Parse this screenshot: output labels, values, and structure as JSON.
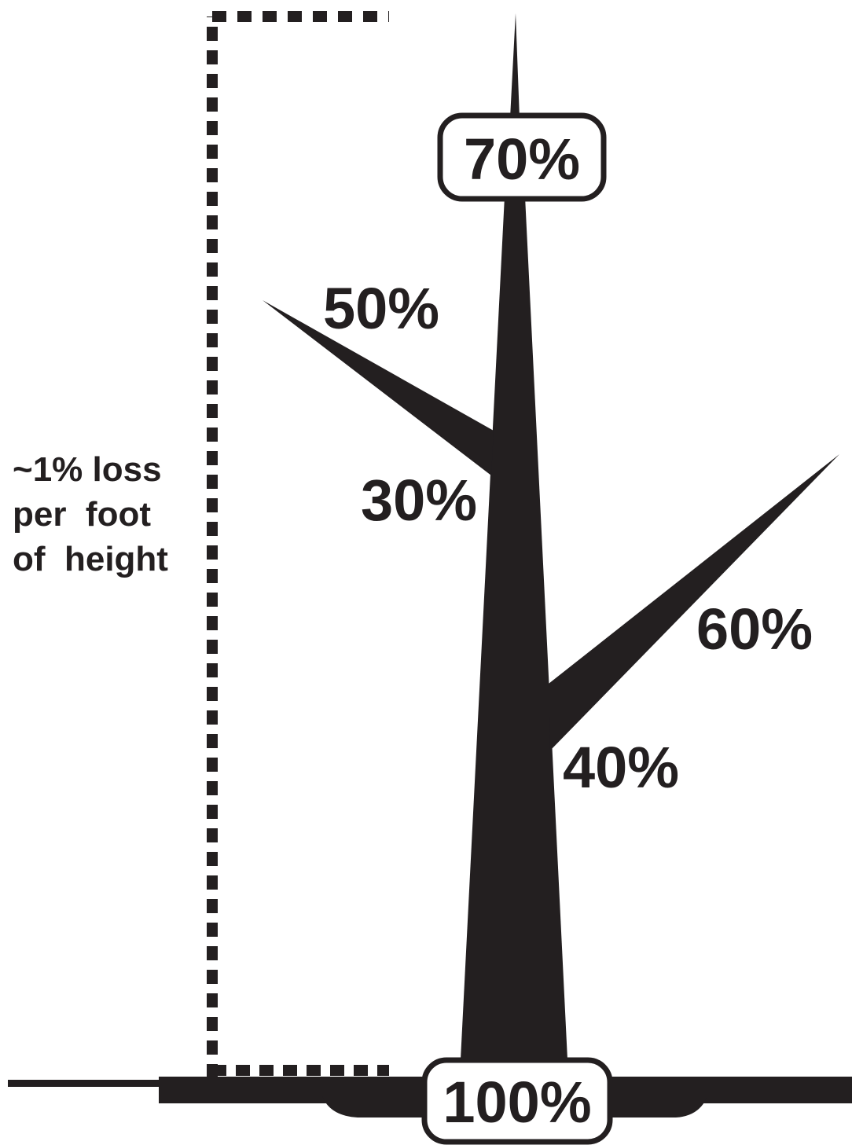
{
  "note": {
    "line1": "~1% loss",
    "line2": "per  foot",
    "line3": "of  height"
  },
  "labels": {
    "top": "70%",
    "branch_left_tip": "50%",
    "branch_left_base": "30%",
    "branch_right_tip": "60%",
    "branch_right_base": "40%",
    "ground": "100%"
  },
  "colors": {
    "ink": "#231f20",
    "background": "#ffffff"
  }
}
